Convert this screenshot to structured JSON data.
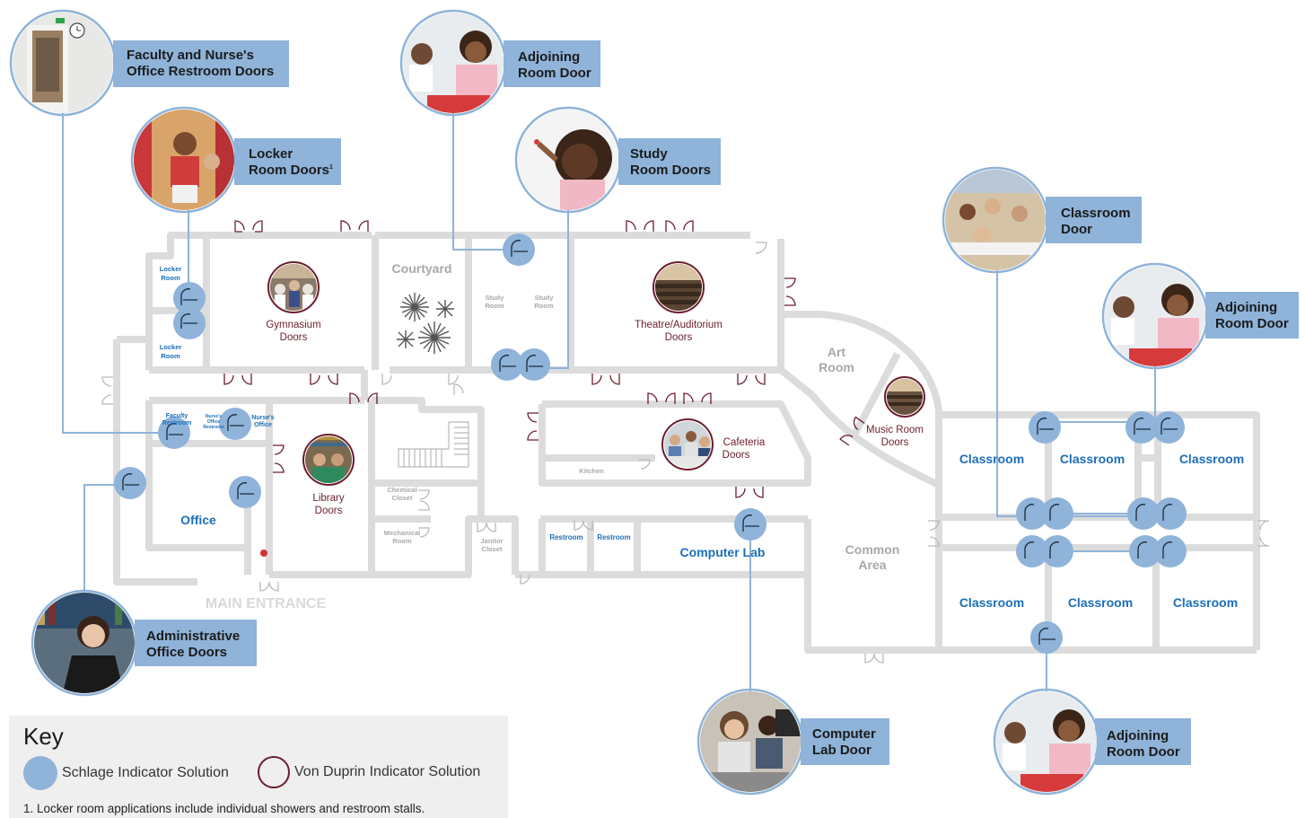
{
  "colors": {
    "wall": "#dcdcdc",
    "schlage": "#8fb3d9",
    "von_duprin": "#6b1d2c",
    "room_blue": "#1c6fb8",
    "callout_bg": "#8fb3d9",
    "text_gray": "#a8a8a8"
  },
  "callouts": {
    "faculty_restroom": [
      "Faculty and Nurse's",
      "Office Restroom Doors"
    ],
    "locker_room": [
      "Locker",
      "Room Doors"
    ],
    "locker_room_sup": "1",
    "adjoining_top": [
      "Adjoining",
      "Room Door"
    ],
    "study_room": [
      "Study",
      "Room Doors"
    ],
    "classroom_door": [
      "Classroom",
      "Door"
    ],
    "adjoining_right": [
      "Adjoining",
      "Room Door"
    ],
    "administrative": [
      "Administrative",
      "Office Doors"
    ],
    "computer_lab": [
      "Computer",
      "Lab Door"
    ],
    "adjoining_bottom": [
      "Adjoining",
      "Room Door"
    ]
  },
  "rooms": {
    "locker_room_top": [
      "Locker",
      "Room"
    ],
    "locker_room_bottom": [
      "Locker",
      "Room"
    ],
    "courtyard": "Courtyard",
    "study_room_1": [
      "Study",
      "Room"
    ],
    "study_room_2": [
      "Study",
      "Room"
    ],
    "art_room": [
      "Art",
      "Room"
    ],
    "faculty_restroom": [
      "Faculty",
      "Restroom"
    ],
    "nurse_restroom": [
      "Nurse's",
      "Office",
      "Restroom"
    ],
    "nurses_office": [
      "Nurse's",
      "Office"
    ],
    "office": "Office",
    "kitchen": "Kitchen",
    "chemical_closet": [
      "Chemical",
      "Closet"
    ],
    "mechanical_room": [
      "Mechanical",
      "Room"
    ],
    "janitor_closet": [
      "Janitor",
      "Closet"
    ],
    "restroom_1": "Restroom",
    "restroom_2": "Restroom",
    "computer_lab": "Computer Lab",
    "common_area": [
      "Common",
      "Area"
    ],
    "main_entrance": "MAIN ENTRANCE",
    "classrooms_top": [
      "Classroom",
      "Classroom",
      "Classroom"
    ],
    "classrooms_bottom": [
      "Classroom",
      "Classroom",
      "Classroom"
    ]
  },
  "von_duprin_spots": {
    "gymnasium": [
      "Gymnasium",
      "Doors"
    ],
    "theatre": [
      "Theatre/Auditorium",
      "Doors"
    ],
    "cafeteria": [
      "Cafeteria",
      "Doors"
    ],
    "music_room": [
      "Music Room",
      "Doors"
    ],
    "library": [
      "Library",
      "Doors"
    ]
  },
  "photos": {
    "faculty_restroom": "door-photo",
    "locker_room": "girls-lockers-photo",
    "adjoining_top": "girl-drawing-photo",
    "study_room": "girl-whiteboard-photo",
    "classroom_door": "classroom-photo",
    "adjoining_right": "girl-drawing-photo",
    "administrative": "woman-office-photo",
    "computer_lab": "students-computers-photo",
    "adjoining_bottom": "girl-drawing-photo"
  },
  "key": {
    "title": "Key",
    "schlage": "Schlage Indicator Solution",
    "von_duprin": "Von Duprin Indicator Solution",
    "footnote": "1. Locker room applications include individual showers and restroom stalls."
  }
}
